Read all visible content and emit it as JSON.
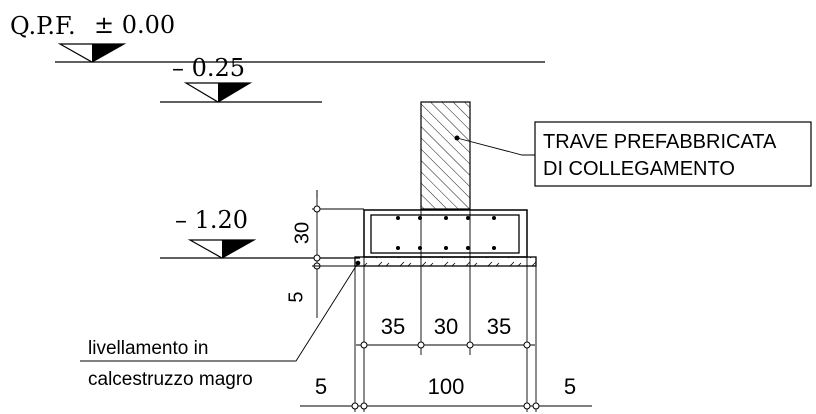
{
  "levels": {
    "qpf_label": "Q.P.F.",
    "qpf_value": "± 0.00",
    "level_1": "– 0.25",
    "level_2": "– 1.20"
  },
  "labels": {
    "beam_line1": "TRAVE PREFABBRICATA",
    "beam_line2": "DI COLLEGAMENTO",
    "lean_line1": "livellamento in",
    "lean_line2": "calcestruzzo magro"
  },
  "dimensions": {
    "height_30": "30",
    "height_5": "5",
    "d35_left": "35",
    "d30_mid": "30",
    "d35_right": "35",
    "d5_left": "5",
    "d100": "100",
    "d5_right": "5"
  }
}
